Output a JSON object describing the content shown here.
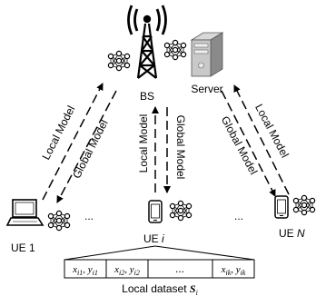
{
  "labels": {
    "bs": "BS",
    "server": "Server",
    "ue1": "UE 1",
    "uei": "UE ",
    "uei_var": "i",
    "uen": "UE ",
    "uen_var": "N",
    "dataset": "Local dataset ",
    "dataset_var": "S",
    "dataset_sub": "i"
  },
  "links": {
    "left_local": "Local Model",
    "left_global": "Global Model",
    "center_local": "Local Model",
    "center_global": "Global Model",
    "right_global": "Global Model",
    "right_local": "Local Model"
  },
  "ellipsis": {
    "left": "...",
    "right": "...",
    "cell": "..."
  },
  "dataset_cells": [
    {
      "x": "x",
      "xs": "i1",
      "y": "y",
      "ys": "i1"
    },
    {
      "x": "x",
      "xs": "i2",
      "y": "y",
      "ys": "i2"
    },
    {
      "x": "x",
      "xs": "ik",
      "y": "y",
      "ys": "ik"
    }
  ],
  "icons": [
    "antenna-tower-icon",
    "server-icon",
    "laptop-icon",
    "phone-icon",
    "neural-network-icon"
  ]
}
